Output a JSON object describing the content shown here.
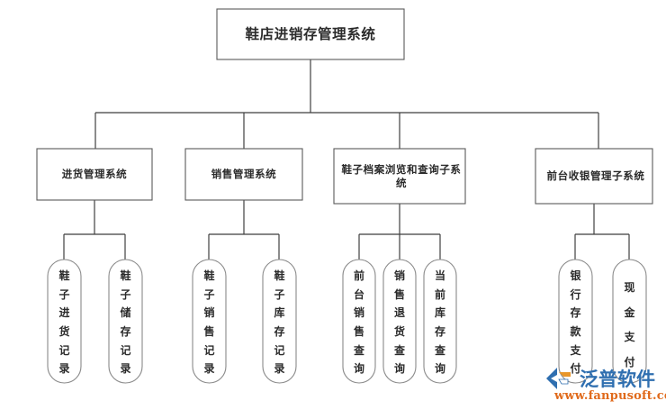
{
  "diagram": {
    "title": "鞋店进销存管理系统",
    "type": "hierarchy-tree",
    "background_color": "#ffffff",
    "box_stroke_color": "#595959",
    "pill_stroke_color": "#8a8a8a",
    "connector_color": "#3f3f3f",
    "text_color": "#2b2b2b"
  },
  "root": {
    "label": "鞋店进销存管理系统"
  },
  "level2": [
    {
      "label": "进货管理系统"
    },
    {
      "label": "销售管理系统"
    },
    {
      "label": "鞋子档案浏览和查询子系统"
    },
    {
      "label": "前台收银管理子系统"
    }
  ],
  "level3": {
    "group1": [
      {
        "label": "鞋子进货记录",
        "chars": [
          "鞋",
          "子",
          "进",
          "货",
          "记",
          "录"
        ]
      },
      {
        "label": "鞋子储存记录",
        "chars": [
          "鞋",
          "子",
          "储",
          "存",
          "记",
          "录"
        ]
      }
    ],
    "group2": [
      {
        "label": "鞋子销售记录",
        "chars": [
          "鞋",
          "子",
          "销",
          "售",
          "记",
          "录"
        ]
      },
      {
        "label": "鞋子库存记录",
        "chars": [
          "鞋",
          "子",
          "库",
          "存",
          "记",
          "录"
        ]
      }
    ],
    "group3": [
      {
        "label": "前台销售查询",
        "chars": [
          "前",
          "台",
          "销",
          "售",
          "查",
          "询"
        ]
      },
      {
        "label": "销售退货查询",
        "chars": [
          "销",
          "售",
          "退",
          "货",
          "查",
          "询"
        ]
      },
      {
        "label": "当前库存查询",
        "chars": [
          "当",
          "前",
          "库",
          "存",
          "查",
          "询"
        ]
      }
    ],
    "group4": [
      {
        "label": "银行存款支付",
        "chars": [
          "银",
          "行",
          "存",
          "款",
          "支",
          "付"
        ]
      },
      {
        "label": "现金支付",
        "chars": [
          "现",
          "金",
          "支",
          "付"
        ]
      }
    ]
  },
  "watermark": {
    "brand": "泛普软件",
    "url": "www.fanpusoft.com",
    "brand_color": "#2f6fb0",
    "url_color": "#e06a1b",
    "mark_color_primary": "#2f6fb0",
    "mark_color_accent": "#e8962a"
  }
}
